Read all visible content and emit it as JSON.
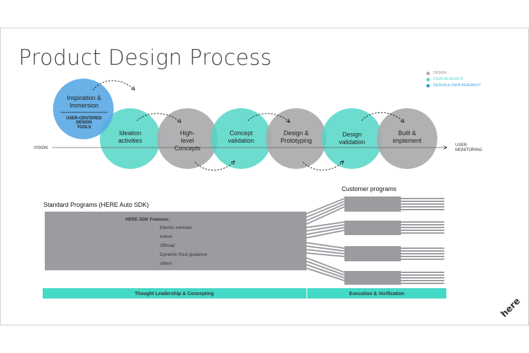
{
  "title": "Product Design Process",
  "legend": [
    {
      "label": "DESIGN",
      "color": "#a8a8ab",
      "text_color": "#8a8a8a"
    },
    {
      "label": "USER-RESEARCH",
      "color": "#52d6c6",
      "text_color": "#52d6c6"
    },
    {
      "label": "DESIGN & USER-RESEARCH",
      "color": "#3a9ee0",
      "text_color": "#3a9ee0"
    }
  ],
  "inspiration": {
    "line1": "Inspiration &",
    "line2": "Immersion",
    "sub1": "USER-CENTERED",
    "sub2": "DESIGN",
    "sub3": "TOOLS"
  },
  "axis": {
    "start": "VISION",
    "end_line1": "USER",
    "end_line2": "MONITORING"
  },
  "stages": [
    {
      "line1": "Ideation",
      "line2": "activities",
      "line3": "",
      "type": "user-research"
    },
    {
      "line1": "High-",
      "line2": "level",
      "line3": "Concepts",
      "type": "design"
    },
    {
      "line1": "Concept",
      "line2": "validation",
      "line3": "",
      "type": "user-research"
    },
    {
      "line1": "Design &",
      "line2": "Prototyping",
      "line3": "",
      "type": "design"
    },
    {
      "line1": "Design",
      "line2": "validation",
      "line3": "",
      "type": "user-research"
    },
    {
      "line1": "Built &",
      "line2": "implement",
      "line3": "",
      "type": "design"
    }
  ],
  "customer_programs": "Customer programs",
  "standard_programs": "Standard Programs (HERE Auto SDK)",
  "sdk_features_title": "HERE SDK Features:",
  "sdk_features": [
    "Electric vehicles",
    "Indoor",
    "Offroad",
    "Dynamic Rout guidance",
    "others"
  ],
  "bottom_bars": {
    "left": "Thought Leadership & Concepting",
    "right": "Execution & Verification"
  },
  "logo": "here",
  "colors": {
    "design": "#a8a8ab",
    "research": "#52d6c6",
    "blend": "#3a9ee0",
    "grey_block": "#9a9ca0",
    "teal_bar": "#44d9c6"
  }
}
